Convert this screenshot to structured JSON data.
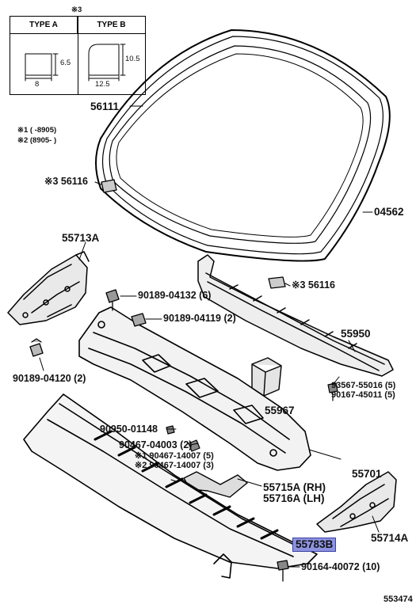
{
  "note_mark_top": "※3",
  "type_table": {
    "type_a": {
      "label": "TYPE A",
      "height": "6.5",
      "width": "8"
    },
    "type_b": {
      "label": "TYPE B",
      "height": "10.5",
      "width": "12.5"
    }
  },
  "notes": [
    "※1 (      -8905)",
    "※2 (8905-        )"
  ],
  "parts": {
    "p56111": "56111",
    "p56116_left": "※3 56116",
    "p04562": "04562",
    "p55713a": "55713A",
    "p90189_04132": "90189-04132 (6)",
    "p90189_04119": "90189-04119 (2)",
    "p56116_right": "※3 56116",
    "p55950": "55950",
    "p90189_04120": "90189-04120 (2)",
    "p55967": "55967",
    "p93567": "93567-55016 (5)",
    "p90167": "90167-45011 (5)",
    "p90950": "90950-01148",
    "p90467_04003": "90467-04003 (2)",
    "p90467_14007a": "※1 90467-14007 (5)",
    "p90467_14007b": "※2 90467-14007 (3)",
    "p55701": "55701",
    "p55715a": "55715A (RH)",
    "p55716a": "55716A (LH)",
    "p55714a": "55714A",
    "p55783b": "55783B",
    "p90164": "90164-40072 (10)"
  },
  "diagram_id": "553474"
}
